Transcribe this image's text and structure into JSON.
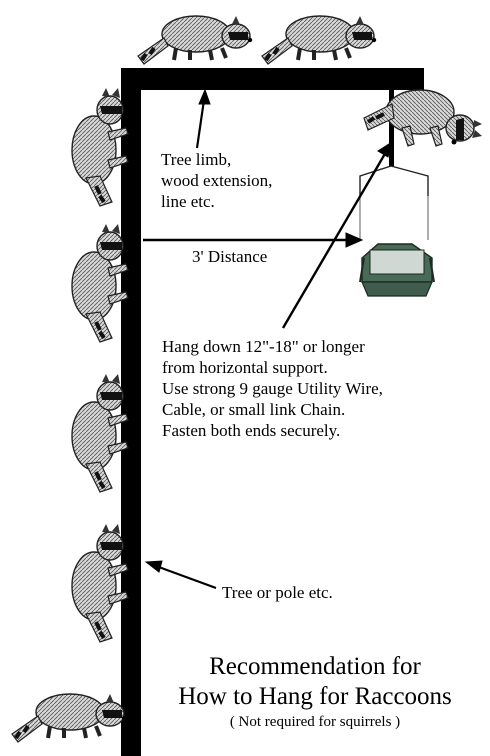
{
  "labels": {
    "tree_limb": [
      "Tree limb,",
      "wood extension,",
      "line etc."
    ],
    "distance": "3' Distance",
    "instructions": [
      "Hang down 12\"-18\" or longer",
      "from horizontal support.",
      "Use strong 9 gauge Utility Wire,",
      "Cable, or small link Chain.",
      "Fasten both ends securely."
    ],
    "tree_pole": "Tree or pole etc."
  },
  "title": {
    "line1": "Recommendation for",
    "line2": "How to Hang  for Raccoons",
    "note": "( Not required for squirrels )"
  },
  "colors": {
    "structure": "#000000",
    "feeder_body": "#4a6a58",
    "feeder_roof": "#3f5c4c",
    "raccoon_fur": "#9a9a9a"
  },
  "icons": [
    "raccoon-icon",
    "bird-feeder-icon"
  ]
}
